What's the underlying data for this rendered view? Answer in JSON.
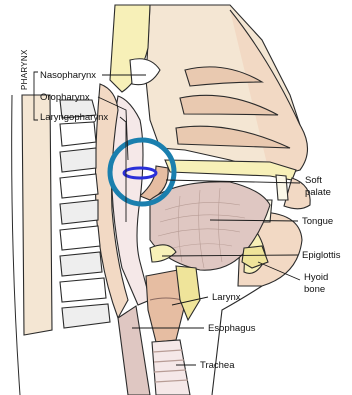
{
  "group_label": "PHARYNX",
  "labels": {
    "nasopharynx": "Nasopharynx",
    "oropharynx": "Oropharynx",
    "laryngopharynx": "Laryngopharynx",
    "soft_palate_line1": "Soft",
    "soft_palate_line2": "palate",
    "tongue": "Tongue",
    "epiglottis": "Epiglottis",
    "hyoid_line1": "Hyoid",
    "hyoid_line2": "bone",
    "larynx": "Larynx",
    "esophagus": "Esophagus",
    "trachea": "Trachea"
  },
  "colors": {
    "tissue": "#f2d9c4",
    "tissue_dark": "#e6bda2",
    "bone": "#f7f0b8",
    "cartilage": "#efe49a",
    "muscle": "#dfc7c2",
    "airway": "#f5e8e8",
    "vertebra": "#eeeeee",
    "annotation_circle": "#1a7fae",
    "annotation_ellipse": "#2a2fd8"
  }
}
